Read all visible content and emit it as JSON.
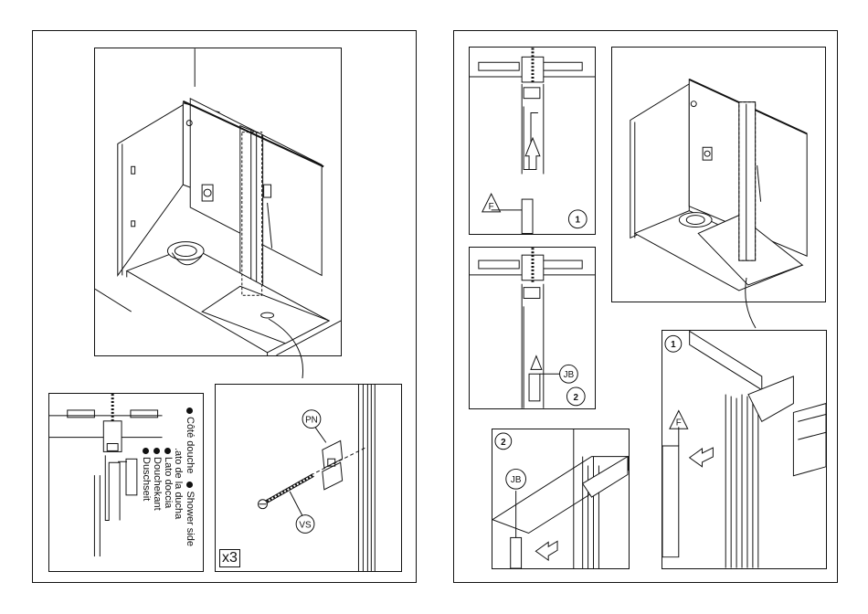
{
  "legend": {
    "items": [
      {
        "left": "Côté douche",
        "right": "Shower side"
      },
      {
        "left": ".ato de la ducha",
        "right": ""
      },
      {
        "left": "Lato doccia",
        "right": ""
      },
      {
        "left": "Douchekant",
        "right": ""
      },
      {
        "left": "Duschseit",
        "right": ""
      }
    ]
  },
  "parts": {
    "pn": "PN",
    "vs": "VS",
    "jb": "JB",
    "f": "F",
    "quantity": "x3"
  },
  "steps": {
    "one": "1",
    "two": "2"
  }
}
